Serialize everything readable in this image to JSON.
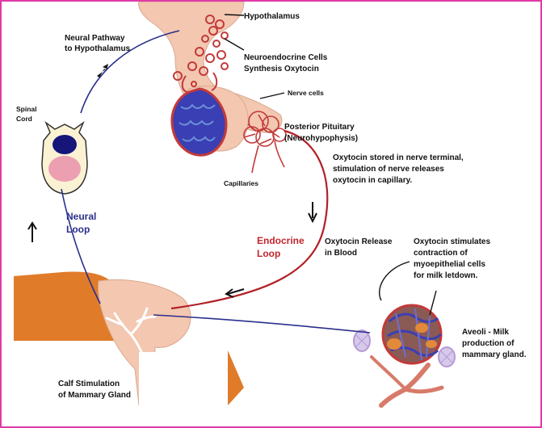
{
  "colors": {
    "frame_border": "#e03aa6",
    "neural_loop": "#2b2f8c",
    "endocrine_loop": "#c2262e",
    "tissue": "#f3c7b0",
    "udder": "#e07b2a",
    "vessel_red": "#c33a3a",
    "cell_blue": "#3a3fb3",
    "alveoli_violet": "#b59ad6"
  },
  "labels": {
    "hypothalamus": "Hypothalamus",
    "neural_pathway": [
      "Neural Pathway",
      "to Hypothalamus"
    ],
    "neuroendocrine": [
      "Neuroendocrine Cells",
      "Synthesis Oxytocin"
    ],
    "nerve_cells": "Nerve cells",
    "spinal_cord": [
      "Spinal",
      "Cord"
    ],
    "posterior_pituitary": [
      "Posterior Pituitary",
      "(Neurohypophysis)"
    ],
    "oxytocin_stored": [
      "Oxytocin stored in nerve terminal,",
      "stimulation of nerve releases",
      "oxytocin in capillary."
    ],
    "capillaries": "Capillaries",
    "neural_loop": [
      "Neural",
      "Loop"
    ],
    "endocrine_loop": [
      "Endocrine",
      "Loop"
    ],
    "oxytocin_release": [
      "Oxytocin Release",
      "in Blood"
    ],
    "oxytocin_stimulates": [
      "Oxytocin stimulates",
      "contraction of",
      "myoepithelial cells",
      "for milk letdown."
    ],
    "alveoli": [
      "Aveoli - Milk",
      "production of",
      "mammary gland."
    ],
    "calf_stimulation": [
      "Calf Stimulation",
      "of Mammary Gland"
    ]
  }
}
